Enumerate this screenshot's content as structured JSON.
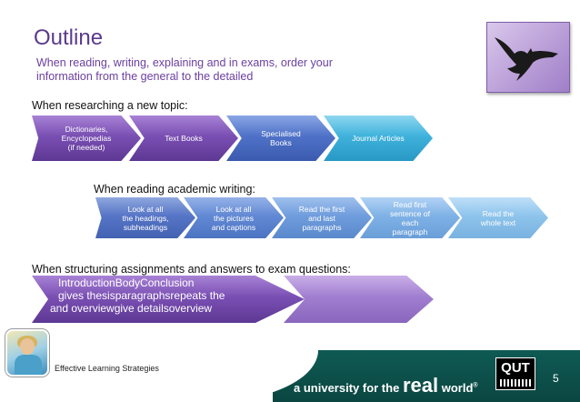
{
  "slide": {
    "title": "Outline",
    "subtitle": "When reading, writing, explaining and in exams, order your information from the general to the detailed",
    "image_icon": "bird-icon"
  },
  "research": {
    "label": "When researching a new topic:",
    "steps": [
      "Dictionaries,\nEncyclopedias\n(if needed)",
      "Text Books",
      "Specialised\nBooks",
      "Journal Articles"
    ]
  },
  "academic": {
    "label": "When reading academic writing:",
    "steps": [
      "Look at all\nthe headings,\nsubheadings",
      "Look at all\nthe pictures\nand captions",
      "Read the first\nand last\nparagraphs",
      "Read first\nsentence of\neach\nparagraph",
      "Read the\nwhole text"
    ]
  },
  "structuring": {
    "label": "When structuring assignments and answers to exam questions:",
    "line1": "IntroductionBodyConclusion",
    "line2": "gives thesisparagraphsrepeats the",
    "line3": "and overviewgive detailsoverview"
  },
  "footer": {
    "label": "Effective Learning Strategies",
    "tagline_a": "a university for the",
    "tagline_real": "real",
    "tagline_world": "world",
    "tagline_reg": "®",
    "brand": "QUT",
    "page_number": "5"
  },
  "colors": {
    "title": "#5b3a8c",
    "footer_band": "#0f5a54",
    "purple": "#7a4fb3",
    "blue": "#4f72c8",
    "cyan": "#3fb2dc"
  }
}
